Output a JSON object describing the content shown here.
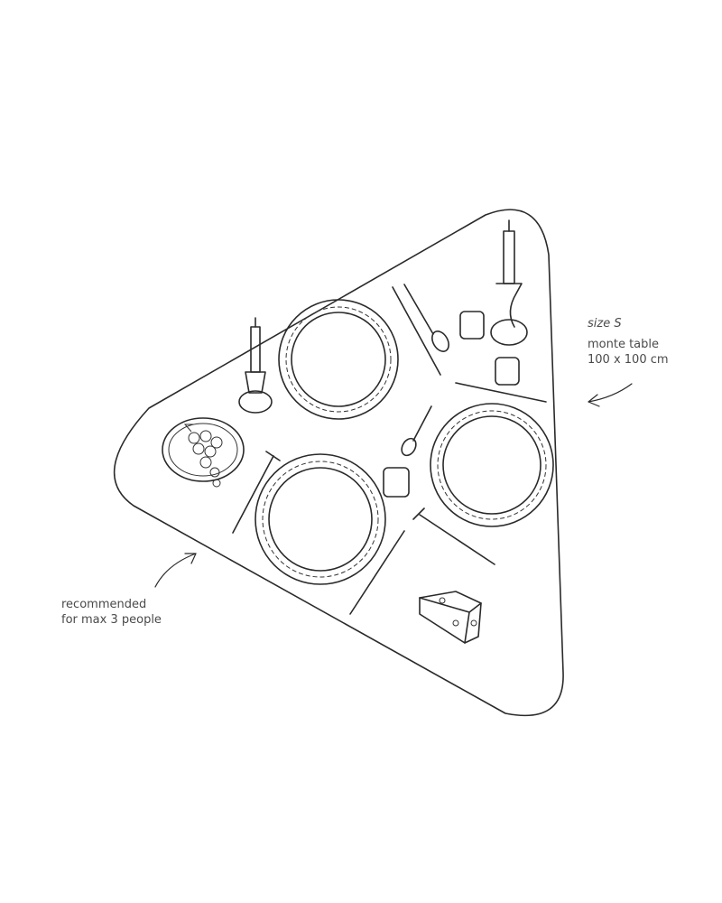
{
  "size_label": "size S",
  "product": {
    "name": "monte table",
    "dimensions": "100 x 100 cm"
  },
  "recommendation": {
    "line1": "recommended",
    "line2": "for max 3 people"
  },
  "colors": {
    "line": "#2a2a2a",
    "text": "#4a4a4a",
    "background": "#ffffff"
  }
}
